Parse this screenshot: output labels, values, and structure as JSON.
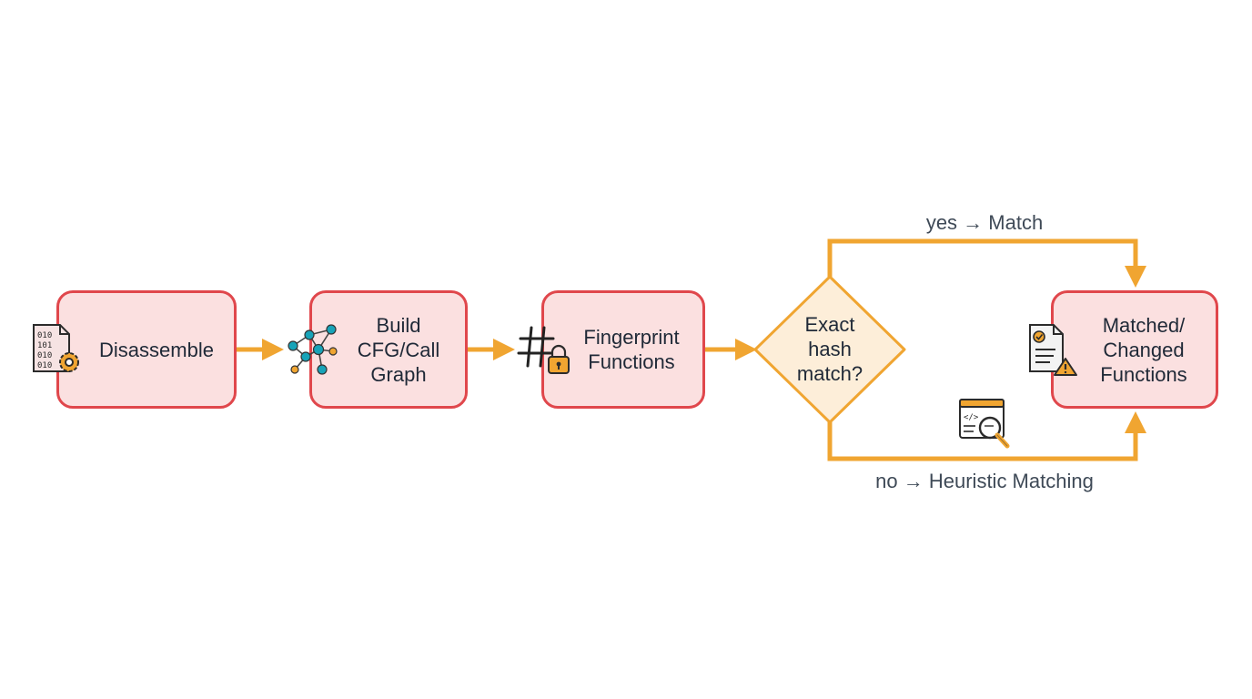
{
  "colors": {
    "node_fill": "#fbe0e0",
    "node_border": "#e0474c",
    "decision_fill": "#fdeed9",
    "decision_border": "#f0a531",
    "arrow": "#f0a531",
    "text": "#1f2937",
    "edge_label": "#3f4a57"
  },
  "nodes": {
    "disassemble": {
      "label": "Disassemble",
      "icon": "binary-file-gear-icon"
    },
    "build_cfg": {
      "label": "Build\nCFG/Call\nGraph",
      "icon": "network-graph-icon"
    },
    "fingerprint": {
      "label": "Fingerprint\nFunctions",
      "icon": "hash-lock-icon"
    },
    "decision": {
      "label": "Exact\nhash\nmatch?"
    },
    "result": {
      "label": "Matched/\nChanged\nFunctions",
      "icon": "document-check-warning-icon"
    }
  },
  "edges": {
    "yes_label": "yes → Match",
    "no_label": "no → Heuristic Matching",
    "no_icon": "code-window-search-icon"
  }
}
